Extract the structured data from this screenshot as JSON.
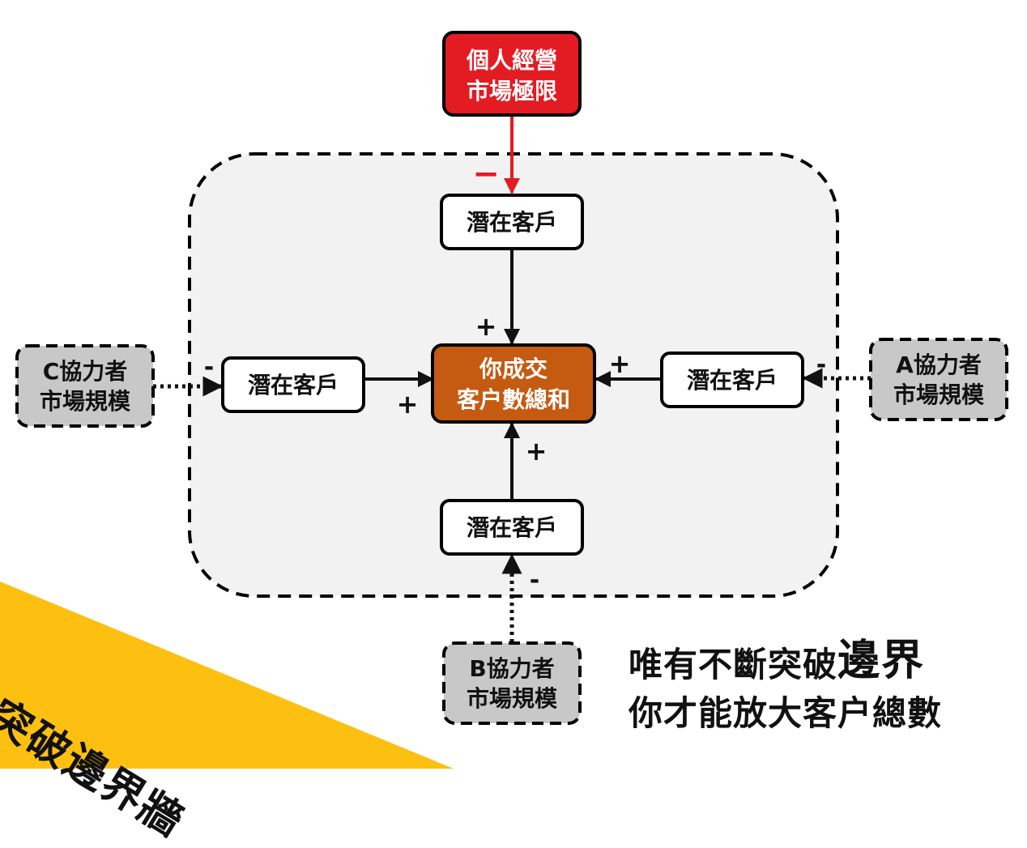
{
  "colors": {
    "page_background": "#ffffff",
    "boundary_fill": "#f2f2f2",
    "boundary_stroke": "#000000",
    "center_fill": "#c55a11",
    "limit_fill": "#e31b23",
    "partner_fill": "#c8c8c8",
    "prospect_fill": "#ffffff",
    "arrow_black": "#111111",
    "arrow_red": "#e31b23",
    "banner_fill": "#fdbf10"
  },
  "nodes": {
    "limit": {
      "line1": "個人經營",
      "line2": "市場極限"
    },
    "center": {
      "line1": "你成交",
      "line2": "客户數總和"
    },
    "prospect_top": "潛在客戶",
    "prospect_left": "潛在客戶",
    "prospect_right": "潛在客戶",
    "prospect_bottom": "潛在客戶",
    "partner_c": {
      "line1": "C協力者",
      "line2": "市場規模"
    },
    "partner_a": {
      "line1": "A協力者",
      "line2": "市場規模"
    },
    "partner_b": {
      "line1": "B協力者",
      "line2": "市場規模"
    }
  },
  "signs": {
    "limit_to_top": "−",
    "top_to_center": "+",
    "left_to_center": "+",
    "right_to_center": "+",
    "bottom_to_center": "+",
    "partner_c": "-",
    "partner_a": "-",
    "partner_b": "-"
  },
  "banner": {
    "text": "突破邊界牆",
    "fill": "#fdbf10"
  },
  "slogan": {
    "line1_plain": "唯有不斷突破",
    "line1_emphasis": "邊界",
    "line2": "你才能放大客户總數"
  }
}
